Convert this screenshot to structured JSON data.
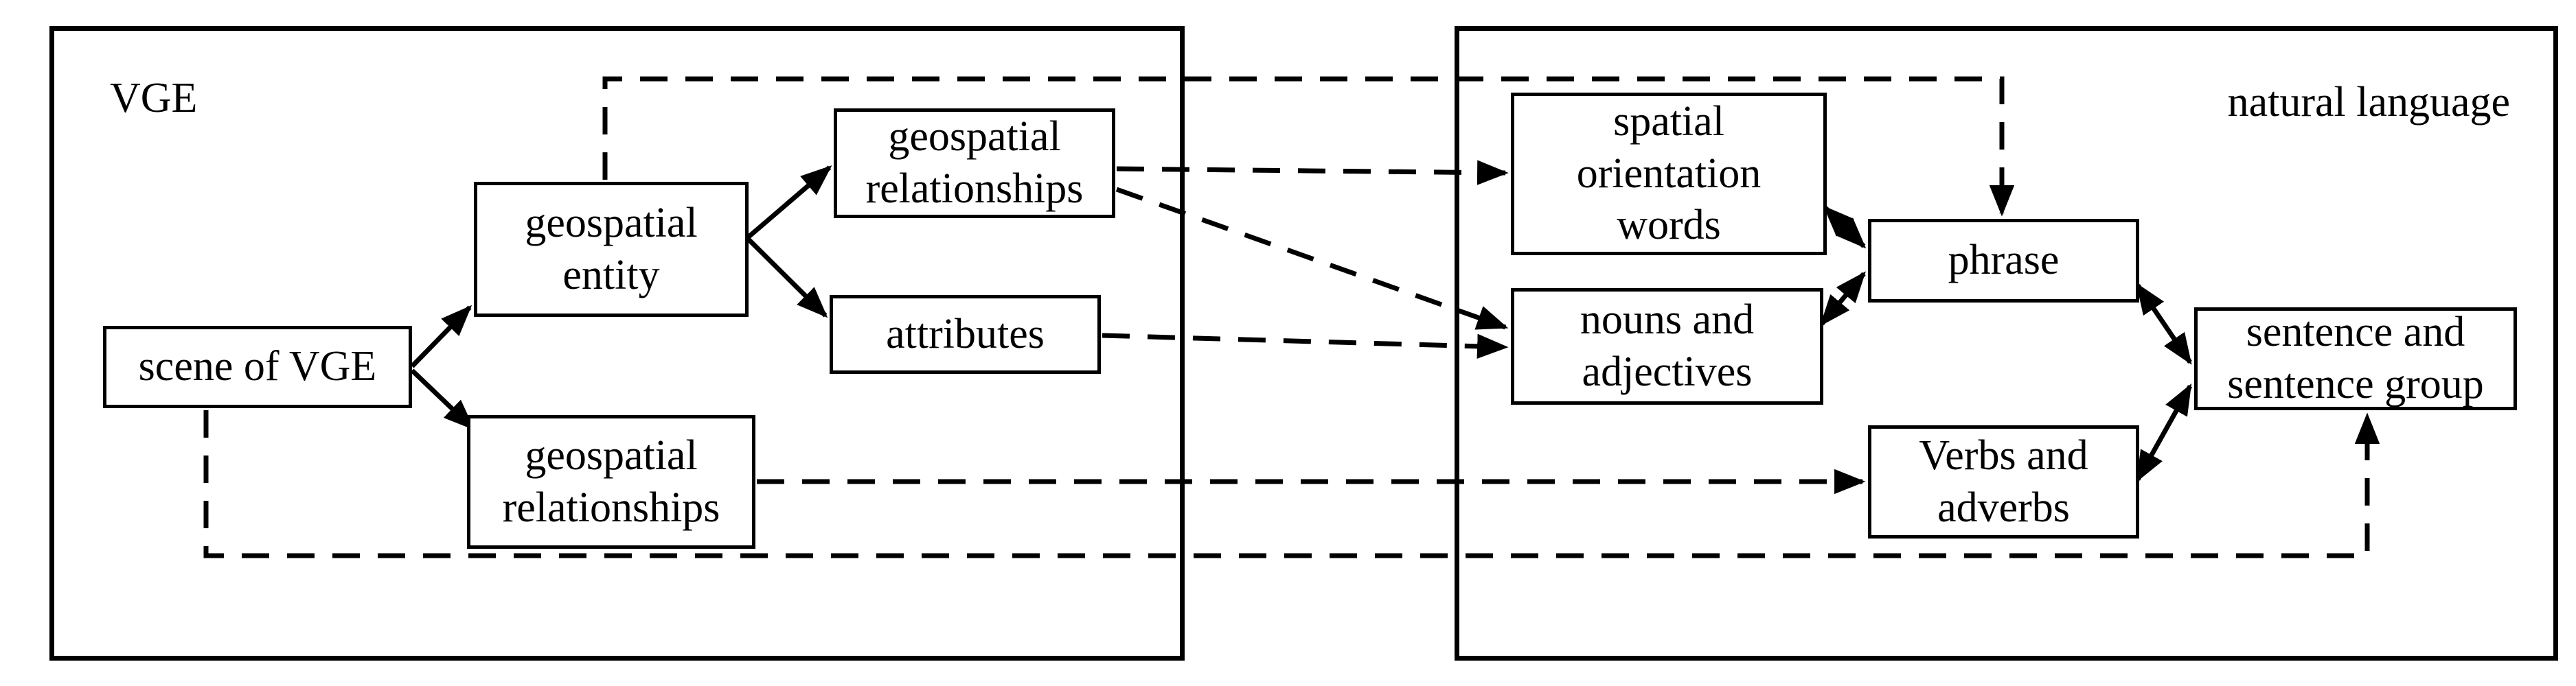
{
  "panels": {
    "left": {
      "label": "VGE"
    },
    "right": {
      "label": "natural language"
    }
  },
  "nodes": {
    "scene": {
      "label": "scene of VGE"
    },
    "entity": {
      "label": "geospatial\nentity"
    },
    "rel_top": {
      "label": "geospatial\nrelationships"
    },
    "attributes": {
      "label": "attributes"
    },
    "rel_bottom": {
      "label": "geospatial\nrelationships"
    },
    "spatial": {
      "label": "spatial\norientation\nwords"
    },
    "nouns": {
      "label": "nouns and\nadjectives"
    },
    "phrase": {
      "label": "phrase"
    },
    "verbs": {
      "label": "Verbs and\nadverbs"
    },
    "sentence": {
      "label": "sentence and\nsentence group"
    }
  },
  "colors": {
    "line": "#000000",
    "background": "#ffffff",
    "box_fill": "#ffffff"
  }
}
